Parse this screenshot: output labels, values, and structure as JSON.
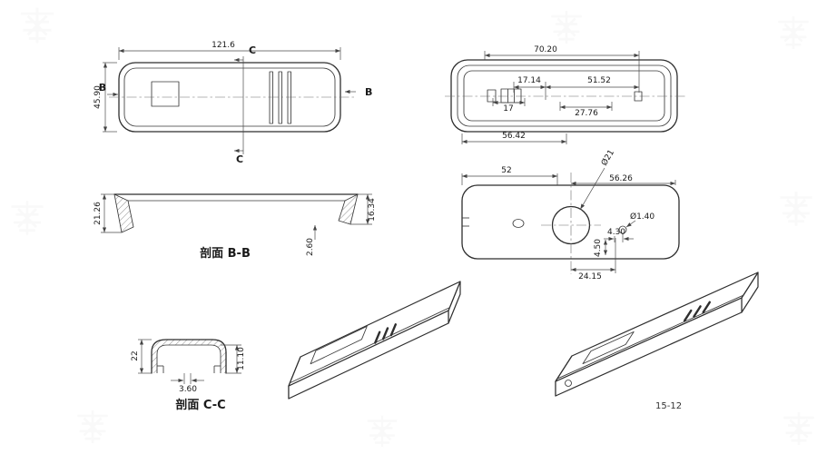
{
  "drawing": {
    "part_code": "15-12",
    "markers": {
      "b": "B",
      "c": "C"
    },
    "front_view": {
      "length": "121.6",
      "height": "45.90"
    },
    "top_view": {
      "dim_total": "70.20",
      "dim_left": "17.14",
      "dim_right": "51.52",
      "dim_17": "17",
      "dim_2776": "27.76",
      "dim_5642": "56.42"
    },
    "section_bb": {
      "label": "剖面 B-B",
      "dim_left_depth": "21.26",
      "dim_right_depth": "16.34",
      "dim_wall": "2.60"
    },
    "bottom_view": {
      "dim_52": "52",
      "dim_5626": "56.26",
      "hole_dia": "Ø21",
      "small_hole_dia": "Ø1.40",
      "dim_430": "4.30",
      "dim_450": "4.50",
      "dim_2415": "24.15"
    },
    "section_cc": {
      "label": "剖面 C-C",
      "dim_height": "22",
      "dim_360": "3.60",
      "dim_1110": "11.10"
    }
  }
}
